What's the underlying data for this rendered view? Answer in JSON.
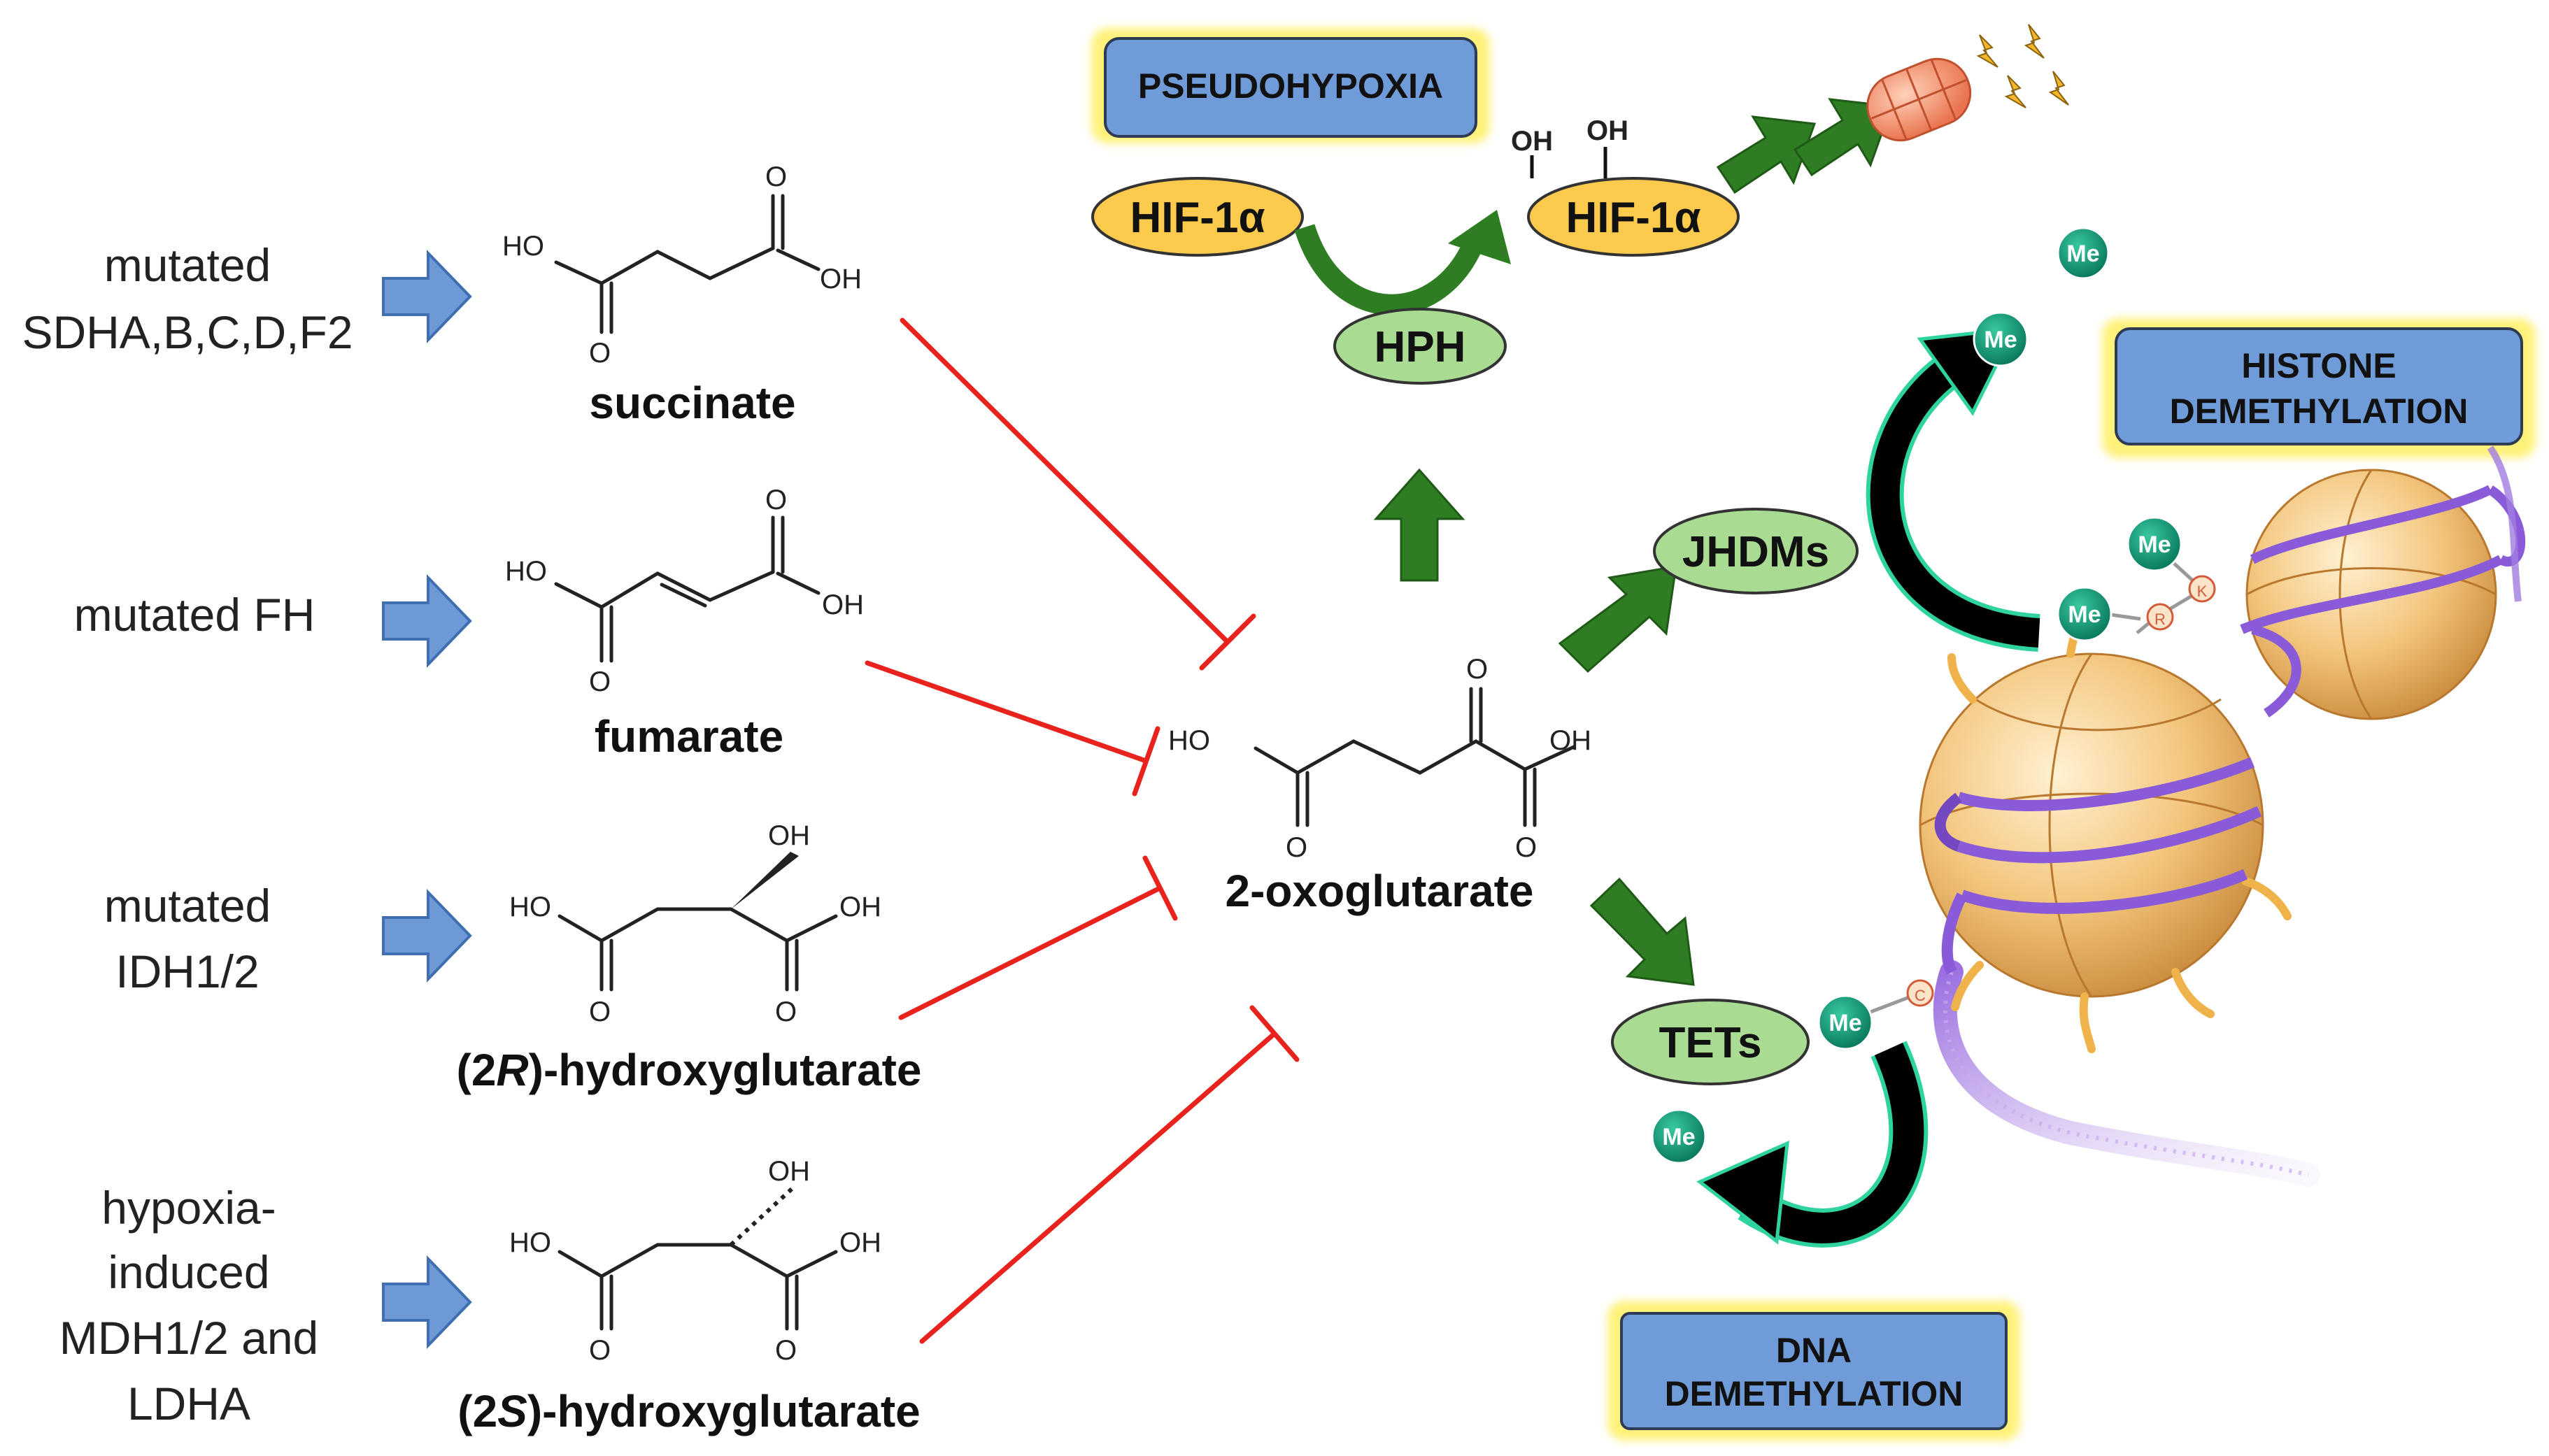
{
  "causes": [
    {
      "lines": [
        "mutated",
        "SDHA,B,C,D,F2"
      ]
    },
    {
      "lines": [
        "mutated FH"
      ]
    },
    {
      "lines": [
        "mutated",
        "IDH1/2"
      ]
    },
    {
      "lines": [
        "hypoxia-",
        "induced",
        "MDH1/2 and",
        "LDHA"
      ]
    }
  ],
  "metabolites": {
    "succinate": "succinate",
    "fumarate": "fumarate",
    "r_hg": {
      "prefix": "(2",
      "letter": "R",
      "suffix": ")-hydroxyglutarate"
    },
    "s_hg": {
      "prefix": "(2",
      "letter": "S",
      "suffix": ")-hydroxyglutarate"
    },
    "oxo": "2-oxoglutarate"
  },
  "atoms": {
    "ho": "HO",
    "oh": "OH",
    "o": "O"
  },
  "boxes": {
    "pseudohypoxia": "PSEUDOHYPOXIA",
    "histone": [
      "HISTONE",
      "DEMETHYLATION"
    ],
    "dna": [
      "DNA",
      "DEMETHYLATION"
    ]
  },
  "enzymes": {
    "hif": "HIF-1α",
    "hph": "HPH",
    "jhdms": "JHDMs",
    "tets": "TETs"
  },
  "marks": {
    "me": "Me",
    "r": "R",
    "k": "K",
    "c": "C"
  },
  "colors": {
    "inhibit": "#e8221c",
    "green_arrow": "#2e7d23",
    "blue_arrow": "#6d9ad6",
    "box_fill": "#6f9bd8",
    "box_glow": "#fff27a",
    "enzyme_green": "#a9dc92",
    "hif_yellow": "#fccb4d",
    "me_teal": "#0e9b78",
    "nucleosome": "#f0c27a",
    "dna_purple": "#8a5bd8"
  }
}
